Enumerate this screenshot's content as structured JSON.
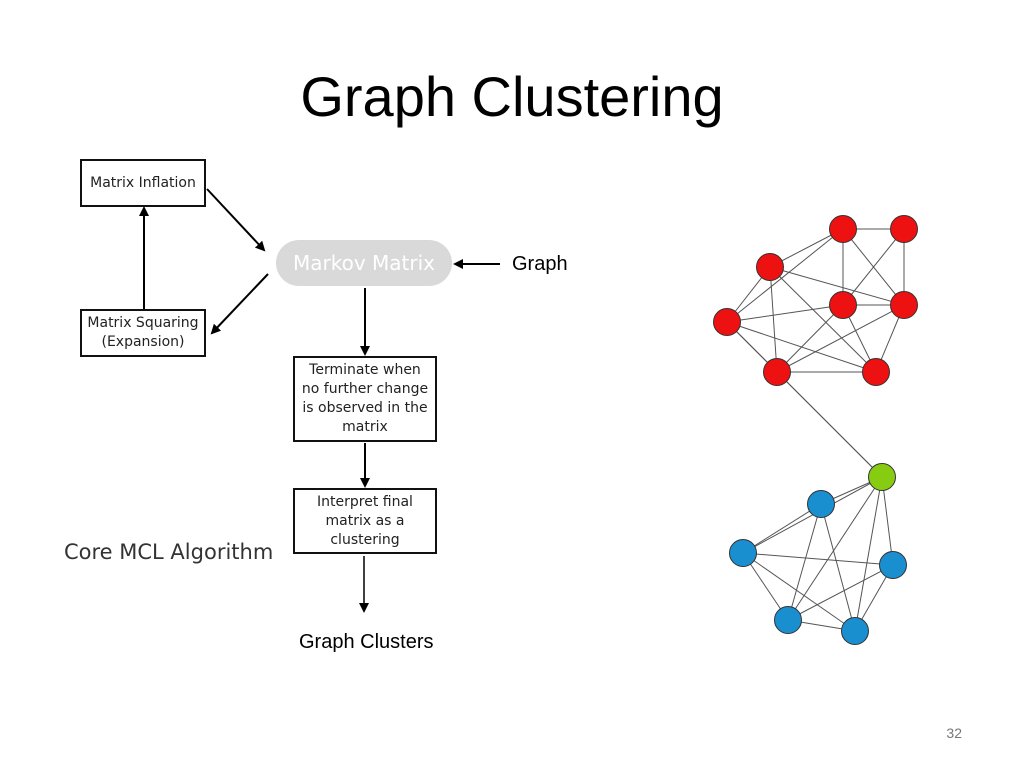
{
  "slide": {
    "title": "Graph Clustering",
    "page_number": "32"
  },
  "flowchart": {
    "inflation": "Matrix Inflation",
    "squaring_line1": "Matrix Squaring",
    "squaring_line2": "(Expansion)",
    "markov": "Markov Matrix",
    "terminate": [
      "Terminate when",
      "no further change",
      "is observed in the",
      "matrix"
    ],
    "interpret": [
      "Interpret final",
      "matrix as a",
      "clustering"
    ],
    "input_label": "Graph",
    "output_label": "Graph Clusters",
    "caption": "Core MCL Algorithm"
  },
  "network": {
    "colors": {
      "red": "#ee1111",
      "blue": "#1a8fcf",
      "green": "#88cc11"
    },
    "nodes": [
      {
        "id": "r1",
        "group": "red"
      },
      {
        "id": "r2",
        "group": "red"
      },
      {
        "id": "r3",
        "group": "red"
      },
      {
        "id": "r4",
        "group": "red"
      },
      {
        "id": "r5",
        "group": "red"
      },
      {
        "id": "r6",
        "group": "red"
      },
      {
        "id": "r7",
        "group": "red"
      },
      {
        "id": "r8",
        "group": "red"
      },
      {
        "id": "g1",
        "group": "green"
      },
      {
        "id": "b1",
        "group": "blue"
      },
      {
        "id": "b2",
        "group": "blue"
      },
      {
        "id": "b3",
        "group": "blue"
      },
      {
        "id": "b4",
        "group": "blue"
      },
      {
        "id": "b5",
        "group": "blue"
      }
    ],
    "edges": [
      [
        "r1",
        "r2"
      ],
      [
        "r1",
        "r3"
      ],
      [
        "r1",
        "r4"
      ],
      [
        "r1",
        "r5"
      ],
      [
        "r1",
        "r6"
      ],
      [
        "r2",
        "r5"
      ],
      [
        "r2",
        "r6"
      ],
      [
        "r3",
        "r4"
      ],
      [
        "r3",
        "r7"
      ],
      [
        "r3",
        "r8"
      ],
      [
        "r3",
        "r6"
      ],
      [
        "r4",
        "r5"
      ],
      [
        "r4",
        "r7"
      ],
      [
        "r4",
        "r8"
      ],
      [
        "r5",
        "r7"
      ],
      [
        "r5",
        "r6"
      ],
      [
        "r5",
        "r8"
      ],
      [
        "r6",
        "r8"
      ],
      [
        "r6",
        "r7"
      ],
      [
        "r7",
        "r8"
      ],
      [
        "r7",
        "g1"
      ],
      [
        "r4",
        "g1"
      ],
      [
        "g1",
        "b1"
      ],
      [
        "g1",
        "b2"
      ],
      [
        "g1",
        "b3"
      ],
      [
        "g1",
        "b4"
      ],
      [
        "g1",
        "b5"
      ],
      [
        "b1",
        "b2"
      ],
      [
        "b1",
        "b4"
      ],
      [
        "b1",
        "b5"
      ],
      [
        "b2",
        "b3"
      ],
      [
        "b2",
        "b4"
      ],
      [
        "b2",
        "b5"
      ],
      [
        "b3",
        "b4"
      ],
      [
        "b3",
        "b5"
      ],
      [
        "b4",
        "b5"
      ]
    ]
  }
}
